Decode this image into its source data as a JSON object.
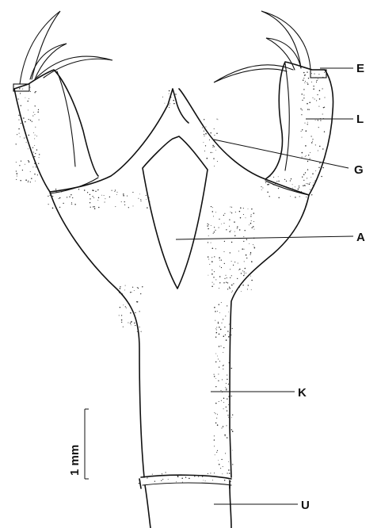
{
  "labels": {
    "E": "E",
    "L": "L",
    "G": "G",
    "A": "A",
    "K": "K",
    "U": "U"
  },
  "scale_bar": {
    "text": "1 mm"
  },
  "colors": {
    "ink": "#111111",
    "background": "#ffffff"
  }
}
